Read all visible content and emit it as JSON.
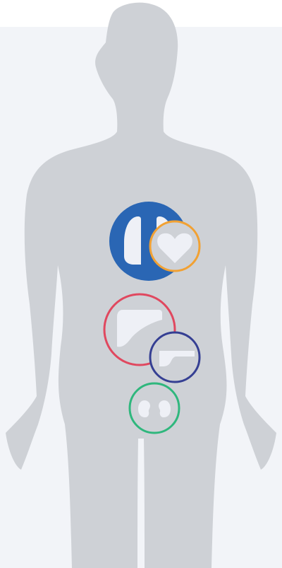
{
  "colors": {
    "background": "#ffffff",
    "panel": "#f2f4f8",
    "silhouette": "#ced1d6",
    "icon_fill": "#eef0f6",
    "lungs": "#2a66b4",
    "heart": "#f1a133",
    "liver": "#e0485f",
    "pancreas": "#353f93",
    "kidneys": "#2fb77d"
  },
  "organs": [
    {
      "id": "lungs",
      "icon": "lungs-icon",
      "selected": true
    },
    {
      "id": "heart",
      "icon": "heart-icon",
      "selected": false
    },
    {
      "id": "liver",
      "icon": "liver-icon",
      "selected": false
    },
    {
      "id": "pancreas",
      "icon": "pancreas-icon",
      "selected": false
    },
    {
      "id": "kidneys",
      "icon": "kidneys-icon",
      "selected": false
    }
  ]
}
